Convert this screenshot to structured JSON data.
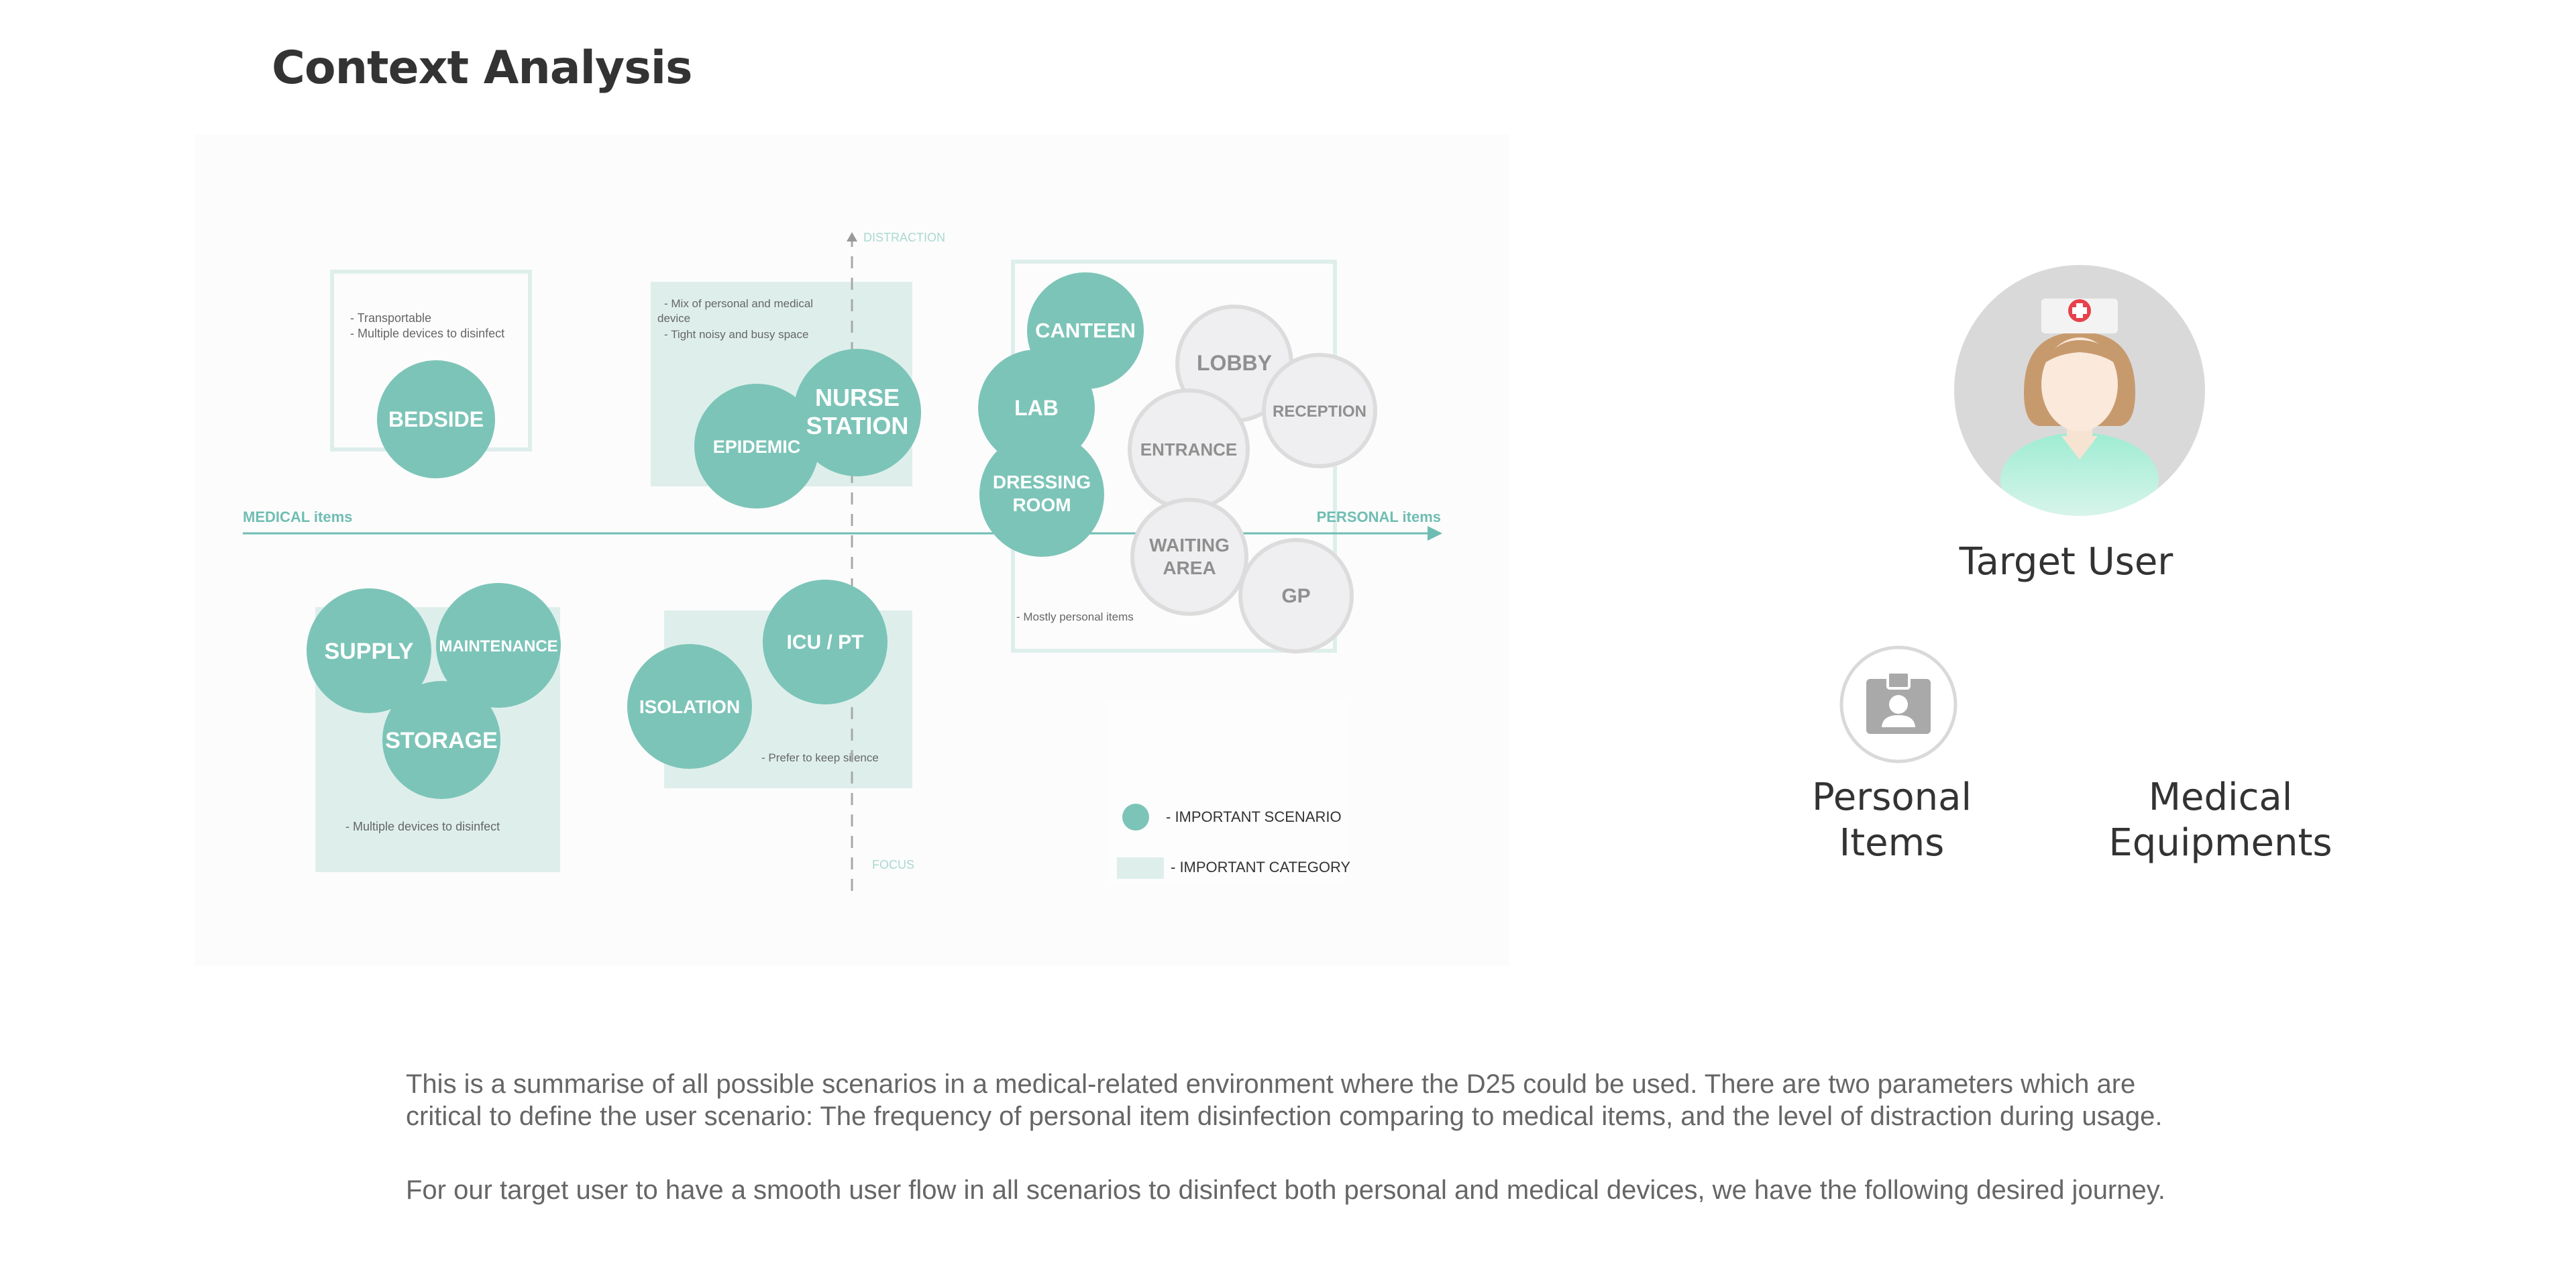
{
  "page": {
    "title": "Context Analysis"
  },
  "diagram": {
    "axes": {
      "x_left": "MEDICAL items",
      "x_right": "PERSONAL items",
      "y_top": "DISTRACTION",
      "y_bottom": "FOCUS"
    },
    "categories": {
      "top_left": {
        "notes": [
          "- Transportable",
          "- Multiple devices to disinfect"
        ]
      },
      "top_middle": {
        "notes": [
          "- Mix of personal and medical",
          "device",
          "- Tight noisy and busy space"
        ]
      },
      "right": {
        "notes": [
          "- Mostly personal items"
        ]
      },
      "bottom_left": {
        "notes": [
          "- Multiple devices to disinfect"
        ]
      },
      "bottom_middle": {
        "notes": [
          "- Prefer to keep silence"
        ]
      }
    },
    "scenarios": {
      "bedside": "BEDSIDE",
      "epidemic": "EPIDEMIC",
      "nurse_station": [
        "NURSE",
        "STATION"
      ],
      "canteen": "CANTEEN",
      "lab": "LAB",
      "dressing_room": [
        "DRESSING",
        "ROOM"
      ],
      "lobby": "LOBBY",
      "reception": "RECEPTION",
      "entrance": "ENTRANCE",
      "waiting_area": [
        "WAITING",
        "AREA"
      ],
      "gp": "GP",
      "supply": "SUPPLY",
      "maintenance": "MAINTENANCE",
      "storage": "STORAGE",
      "isolation": "ISOLATION",
      "icu_pt": "ICU / PT"
    },
    "legend": {
      "scenario": "- IMPORTANT SCENARIO",
      "category": "- IMPORTANT CATEGORY"
    },
    "colors": {
      "important": "#7cc4b8",
      "category_fill": "#deefeb",
      "other": "#efeff1",
      "other_text": "#8f8f8f",
      "axis": "#6fbdb2"
    }
  },
  "side": {
    "target_user": "Target User",
    "personal_items": [
      "Personal",
      "Items"
    ],
    "medical_equipments": [
      "Medical",
      "Equipments"
    ],
    "nurse_icon": "nurse-avatar-icon",
    "personal_icon": "id-badge-icon"
  },
  "description": {
    "paragraph1_lines": [
      "This is a summarise of all possible scenarios in a medical-related environment where the D25 could be used. There are two parameters which are",
      "critical to define the user scenario: The frequency of personal item disinfection comparing to medical items, and the level of distraction during usage."
    ],
    "paragraph2": "For our target user to have a smooth user flow in all scenarios to disinfect both personal and medical devices, we have the following desired journey."
  }
}
